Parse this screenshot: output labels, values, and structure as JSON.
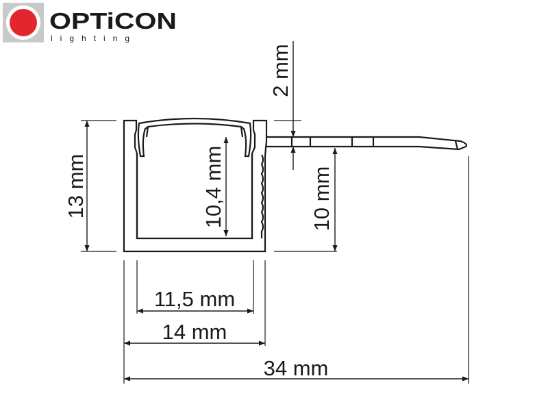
{
  "logo": {
    "brand": "OPTiCON",
    "tagline": "lighting",
    "color": "#e3262e"
  },
  "dimensions": {
    "height_total": "13 mm",
    "inner_height": "10,4 mm",
    "top_offset": "2 mm",
    "flange_height": "10 mm",
    "inner_width": "11,5 mm",
    "outer_width": "14 mm",
    "total_width": "34 mm"
  },
  "colors": {
    "line": "#1a1a1a",
    "profile_fill": "#ffffff"
  }
}
